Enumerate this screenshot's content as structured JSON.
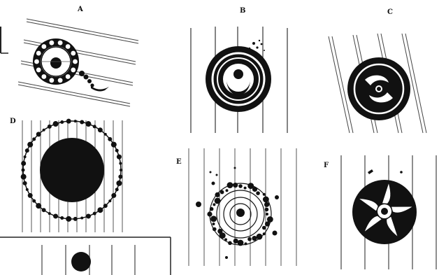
{
  "panels": [
    {
      "id": "A",
      "label": "A"
    },
    {
      "id": "B",
      "label": "B"
    },
    {
      "id": "C",
      "label": "C"
    },
    {
      "id": "D",
      "label": "D"
    },
    {
      "id": "E",
      "label": "E"
    },
    {
      "id": "F",
      "label": "F"
    }
  ],
  "colors": {
    "ink": "#111111",
    "paper": "#ffffff",
    "line": "#555555"
  }
}
